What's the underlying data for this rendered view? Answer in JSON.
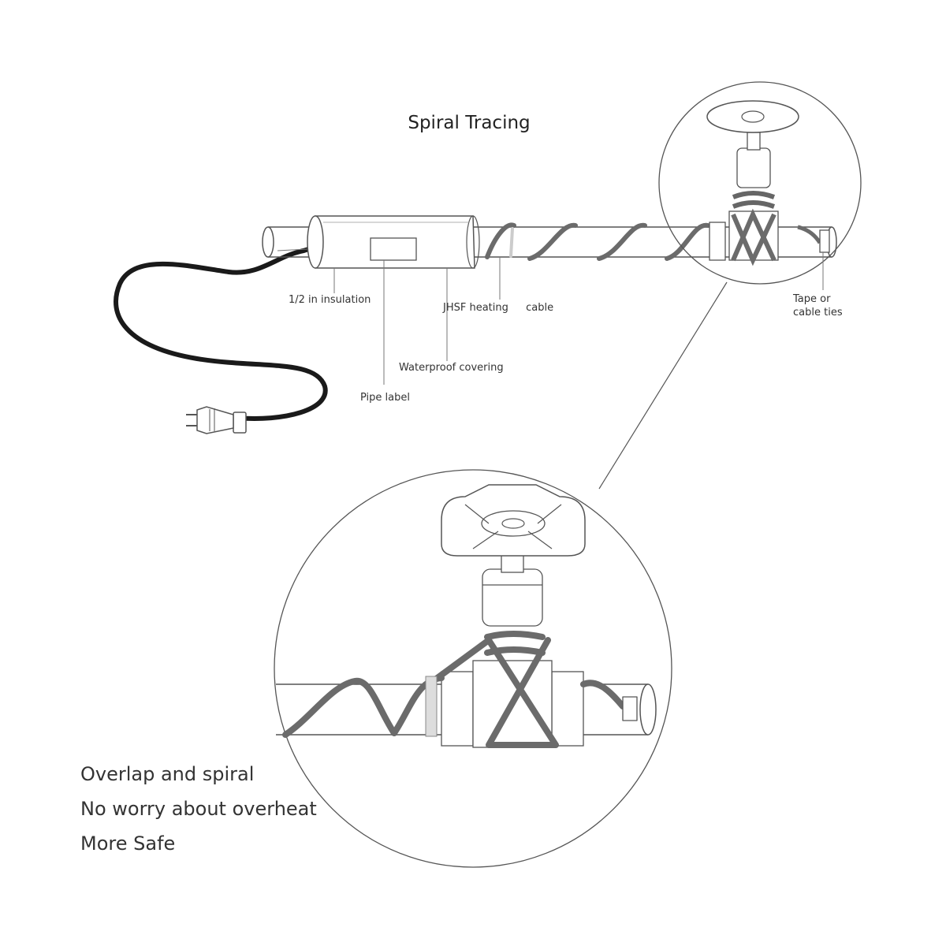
{
  "title": "Spiral Tracing",
  "labels": {
    "insulation": "1/2 in insulation",
    "heating_cable_part1": "JHSF heating",
    "heating_cable_part2": "cable",
    "tape_line1": "Tape or",
    "tape_line2": "cable ties",
    "waterproof": "Waterproof covering",
    "pipe_label": "Pipe label"
  },
  "notes": [
    "Overlap and spiral",
    "No worry about overheat",
    "More Safe"
  ],
  "colors": {
    "line": "#555555",
    "cable": "#6b6b6b",
    "power_cord": "#1a1a1a",
    "text": "#333333"
  }
}
